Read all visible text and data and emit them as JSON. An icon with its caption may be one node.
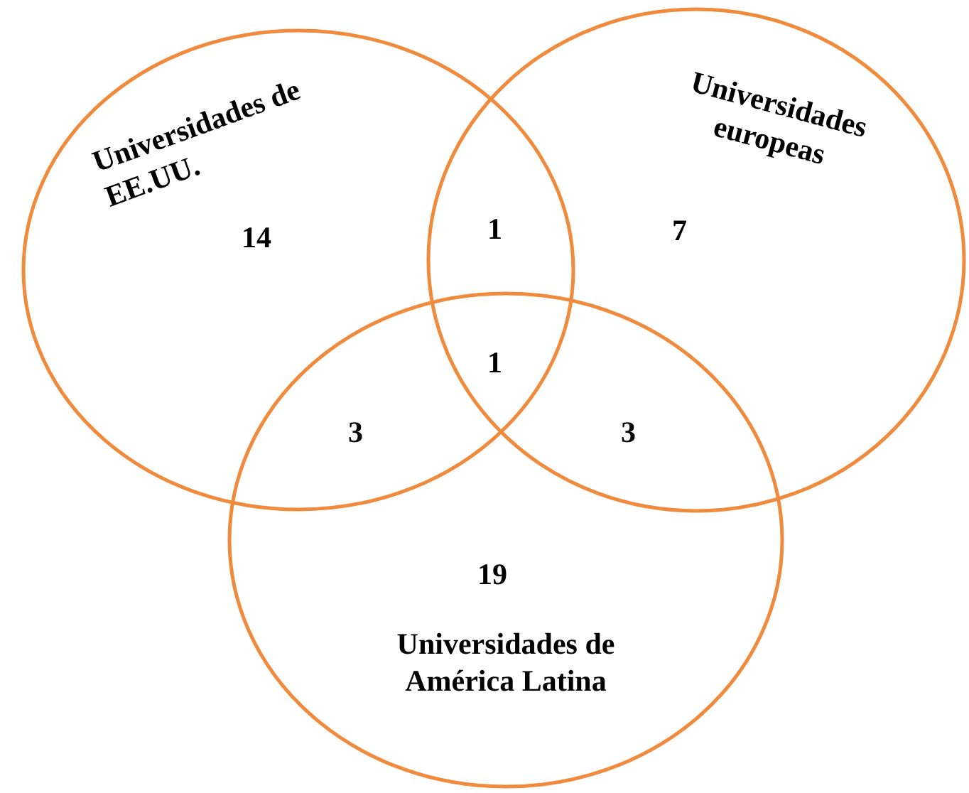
{
  "diagram": {
    "nodes": [
      {
        "text": [
          "Universidades de EE.UU."
        ]
      },
      {
        "text": [
          "Universidades europeas"
        ]
      },
      {
        "text": [
          "Universidades de América Latina"
        ]
      }
    ],
    "labels": [
      "14",
      "1",
      "7",
      "1",
      "3",
      "3",
      "19"
    ]
  }
}
